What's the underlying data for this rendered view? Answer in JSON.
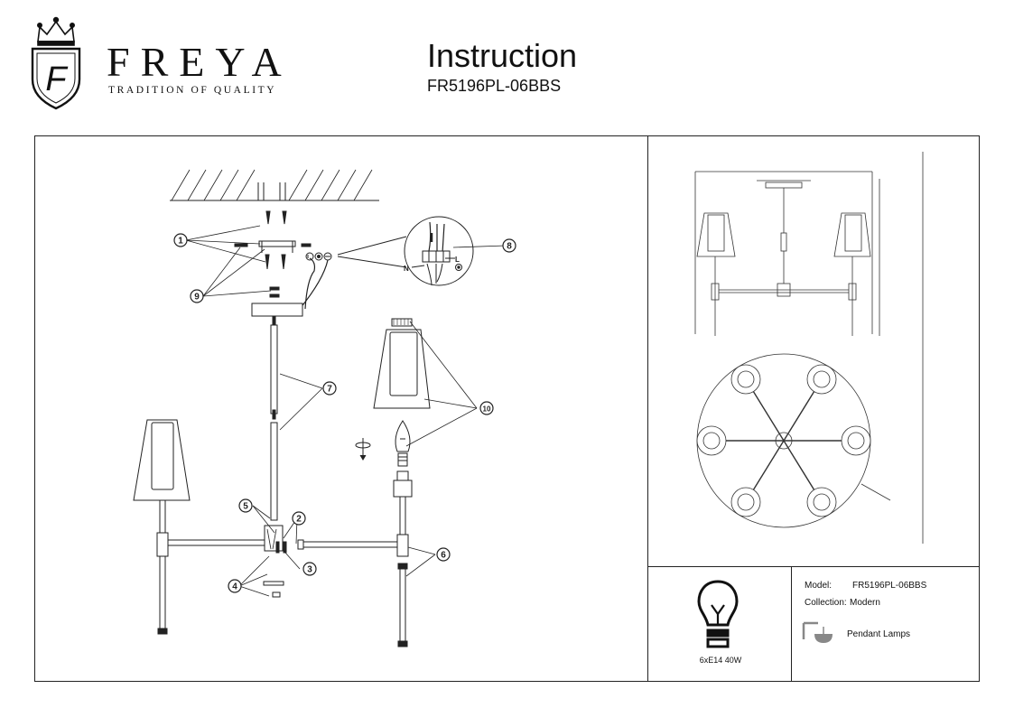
{
  "brand": {
    "name": "FREYA",
    "tagline": "TRADITION OF QUALITY",
    "crest_letter": "F"
  },
  "document": {
    "title": "Instruction",
    "model_code": "FR5196PL-06BBS"
  },
  "callouts": [
    "1",
    "2",
    "3",
    "4",
    "5",
    "6",
    "7",
    "8",
    "9",
    "10"
  ],
  "wiring": {
    "left": "L",
    "neutral": "N"
  },
  "specs": {
    "lamp": "6xE14 40W",
    "model_label": "Model:",
    "model_value": "FR5196PL-06BBS",
    "collection_label": "Collection:",
    "collection_value": "Modern",
    "category": "Pendant Lamps"
  },
  "icons": [
    "crown-icon",
    "crest-shield-icon",
    "bulb-icon",
    "pendant-lamp-icon",
    "rotate-arrow-icon",
    "ground-symbol-icon"
  ]
}
